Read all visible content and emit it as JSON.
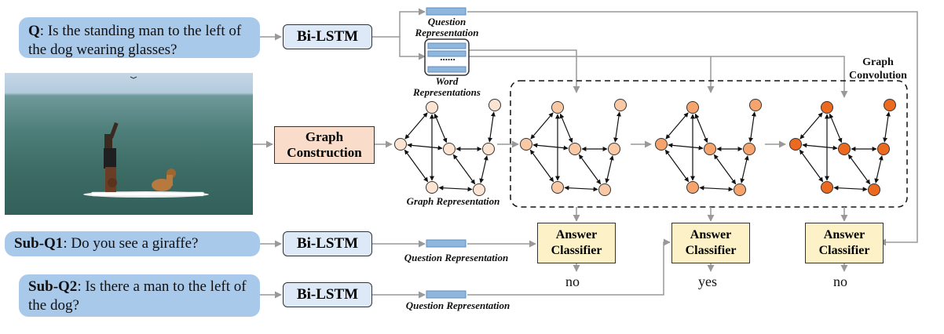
{
  "questions": {
    "q": {
      "tag": "Q",
      "text_line1": ": Is the standing man to the left of",
      "text_line2": "the dog wearing glasses?"
    },
    "sub_q1": {
      "tag": "Sub-Q1",
      "text": ": Do you see a giraffe?"
    },
    "sub_q2": {
      "tag": "Sub-Q2",
      "text_line1": ": Is there a man to the left of",
      "text_line2": "the dog?"
    }
  },
  "modules": {
    "bilstm": "Bi-LSTM",
    "graph_construction_line1": "Graph",
    "graph_construction_line2": "Construction",
    "answer_classifier_line1": "Answer",
    "answer_classifier_line2": "Classifier"
  },
  "labels": {
    "question_representation_line1": "Question",
    "question_representation_line2": "Representation",
    "word_representations_line1": "Word",
    "word_representations_line2": "Representations",
    "word_dots": "......",
    "graph_representation": "Graph Representation",
    "question_representation": "Question Representation",
    "graph_convolution_line1": "Graph",
    "graph_convolution_line2": "Convolution"
  },
  "answers": [
    "no",
    "yes",
    "no"
  ],
  "colors": {
    "question_box": "#a9c9eb",
    "bilstm_fill": "#dde9f7",
    "graph_construction_fill": "#f9dcc9",
    "answer_classifier_fill": "#fdf2c7",
    "graph_nodes": [
      "#fce3d2",
      "#f9c9a5",
      "#f5a46e",
      "#ec6a1f"
    ],
    "arrow": "#999999"
  }
}
